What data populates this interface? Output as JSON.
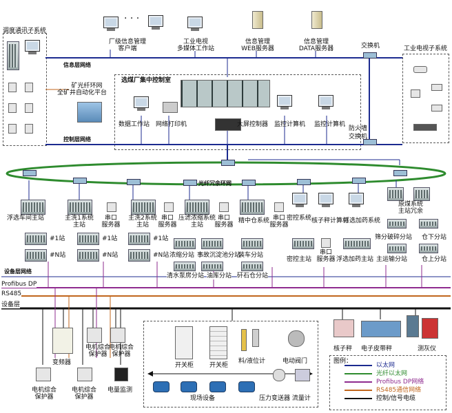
{
  "top": {
    "dispatch_subsystem": "调度通讯子系统",
    "dots": "· · ·",
    "l3_info_mgmt": [
      "厂级信息管理",
      "客户端"
    ],
    "ind_tv_mm": [
      "工业电视",
      "多媒体工作站"
    ],
    "info_web": [
      "信息管理",
      "WEB服务器"
    ],
    "info_data": [
      "信息管理",
      "DATA服务器"
    ],
    "switch": "交换机",
    "ind_tv_subsystem": "工业电视子系统",
    "info_layer": "信息层网络",
    "mine_plat": [
      "矿光纤环网",
      "全矿井自动化平台"
    ],
    "central_ctrl": "选煤厂集中控制室",
    "data_ws": "数据工作站",
    "net_printer": "网络打印机",
    "big_screen": "大屏控制器",
    "monitor1": "监控计算机",
    "monitor2": "监控计算机",
    "firewall": "防火墙",
    "switch2": "交换机",
    "ctrl_layer": "控制层网络",
    "ring": "光纤冗余环网"
  },
  "stations": {
    "flot_main": "浮选车间主站",
    "main_wash1": [
      "主洗1系统",
      "主站"
    ],
    "serial_server1": [
      "串口",
      "服务器"
    ],
    "main_wash2": [
      "主洗2系统",
      "主站"
    ],
    "serial_server2": [
      "串口",
      "服务器"
    ],
    "filter_main": [
      "压滤浓缩系统",
      "主站"
    ],
    "serial_server3": [
      "串口",
      "服务器"
    ],
    "fine_coal": "精中仓系统",
    "serial_server4": [
      "串口",
      "服务器"
    ],
    "dense_ctrl": "密控系统",
    "belt_scale_pc": "核子秤计算机",
    "flot_dosing": "浮选加药系统",
    "raw_coal": [
      "原煤系统",
      "主站冗余"
    ],
    "n1a": "#1站",
    "nna": "#N站",
    "n1b": "#1站",
    "nnb": "#N站",
    "n1c": "#1站",
    "nnc": "#N站",
    "thick_sub": "浓缩分站",
    "accident_sub": "事故沉淀池分站",
    "clear_pump": "清水泵房分站",
    "oil_sub": "油库分站",
    "loading_sub": "装车分站",
    "gravel_sub": "矸石仓分站",
    "dense_main": "密控主站",
    "serial_server5": [
      "串口",
      "服务器"
    ],
    "flot_dosing_main": "浮选加药主站",
    "screen_crush": "筛分破碎分站",
    "warehouse_sub": "仓下分站",
    "main_conv": "主运输分站",
    "warehouse_top": "仓上分站"
  },
  "fieldbus": {
    "device_layer_net": "设备层网络",
    "profibus": "Profibus DP",
    "rs485": "RS485",
    "device_layer": "设备层"
  },
  "devices": {
    "inverter": "变频器",
    "motor_prot1": [
      "电机综合",
      "保护器"
    ],
    "motor_prot2": [
      "电机综合",
      "保护器"
    ],
    "motor_prot3": [
      "电机综合",
      "保护器"
    ],
    "motor_prot4": [
      "电机综合",
      "保护器"
    ],
    "power_monitor": "电量监测",
    "switch_cab1": "开关柜",
    "switch_cab2": "开关柜",
    "level_meter": "料/液位计",
    "valve": "电动阀门",
    "field_equip": "现场设备",
    "pressure_flow": "压力变送器 流量计",
    "nuclear_scale": "核子秤",
    "belt_scale": "电子皮带秤",
    "ash_meter": "测灰仪"
  },
  "legend": {
    "title": "图例：",
    "items": [
      {
        "label": "以太网",
        "color": "#1b2a8f"
      },
      {
        "label": "光纤以太网",
        "color": "#2e8b2e"
      },
      {
        "label": "Profibus DP网络",
        "color": "#8e2a8e"
      },
      {
        "label": "RS485通信网络",
        "color": "#c0651b"
      },
      {
        "label": "控制/信号电缆",
        "color": "#111111"
      }
    ]
  },
  "colors": {
    "ethernet": "#1b2a8f",
    "fiber": "#2e8b2e",
    "profibus": "#8e2a8e",
    "rs485": "#c0651b",
    "cable": "#111111"
  }
}
